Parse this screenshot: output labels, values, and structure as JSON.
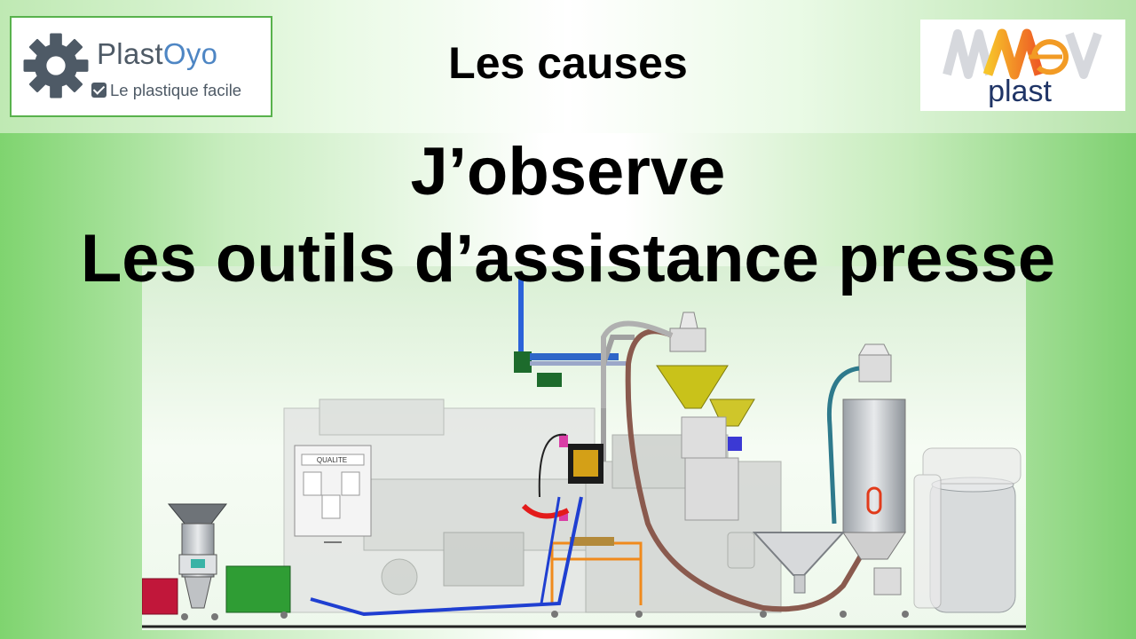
{
  "header": {
    "brand_left": {
      "part1": "Plast",
      "part2": "Oyo",
      "tagline": "Le plastique facile"
    },
    "brand_right": {
      "logo_text": "plast"
    },
    "subtitle": "Les causes",
    "title_line1": "J’observe",
    "title_line2": "Les outils d’assistance presse"
  },
  "illustration": {
    "panel_label": "QUALITE"
  },
  "colors": {
    "primary_green": "#58b24c",
    "logo_grey": "#4e5a66",
    "logo_blue": "#4e86c4",
    "awe_orange": "#f29b25",
    "awe_navy": "#1f3466"
  }
}
